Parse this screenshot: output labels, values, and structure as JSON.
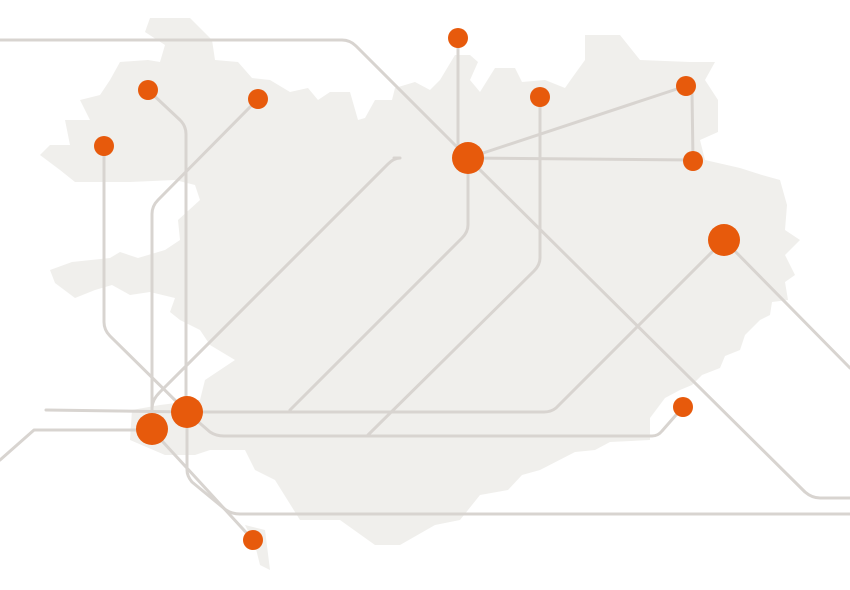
{
  "map": {
    "region": "iceland",
    "colors": {
      "background": "#ffffff",
      "land": "#f0efec",
      "route": "#d8d4d0",
      "node": "#e75a0c"
    },
    "node_count": 14,
    "hub_count": 4,
    "route_count": 17
  }
}
